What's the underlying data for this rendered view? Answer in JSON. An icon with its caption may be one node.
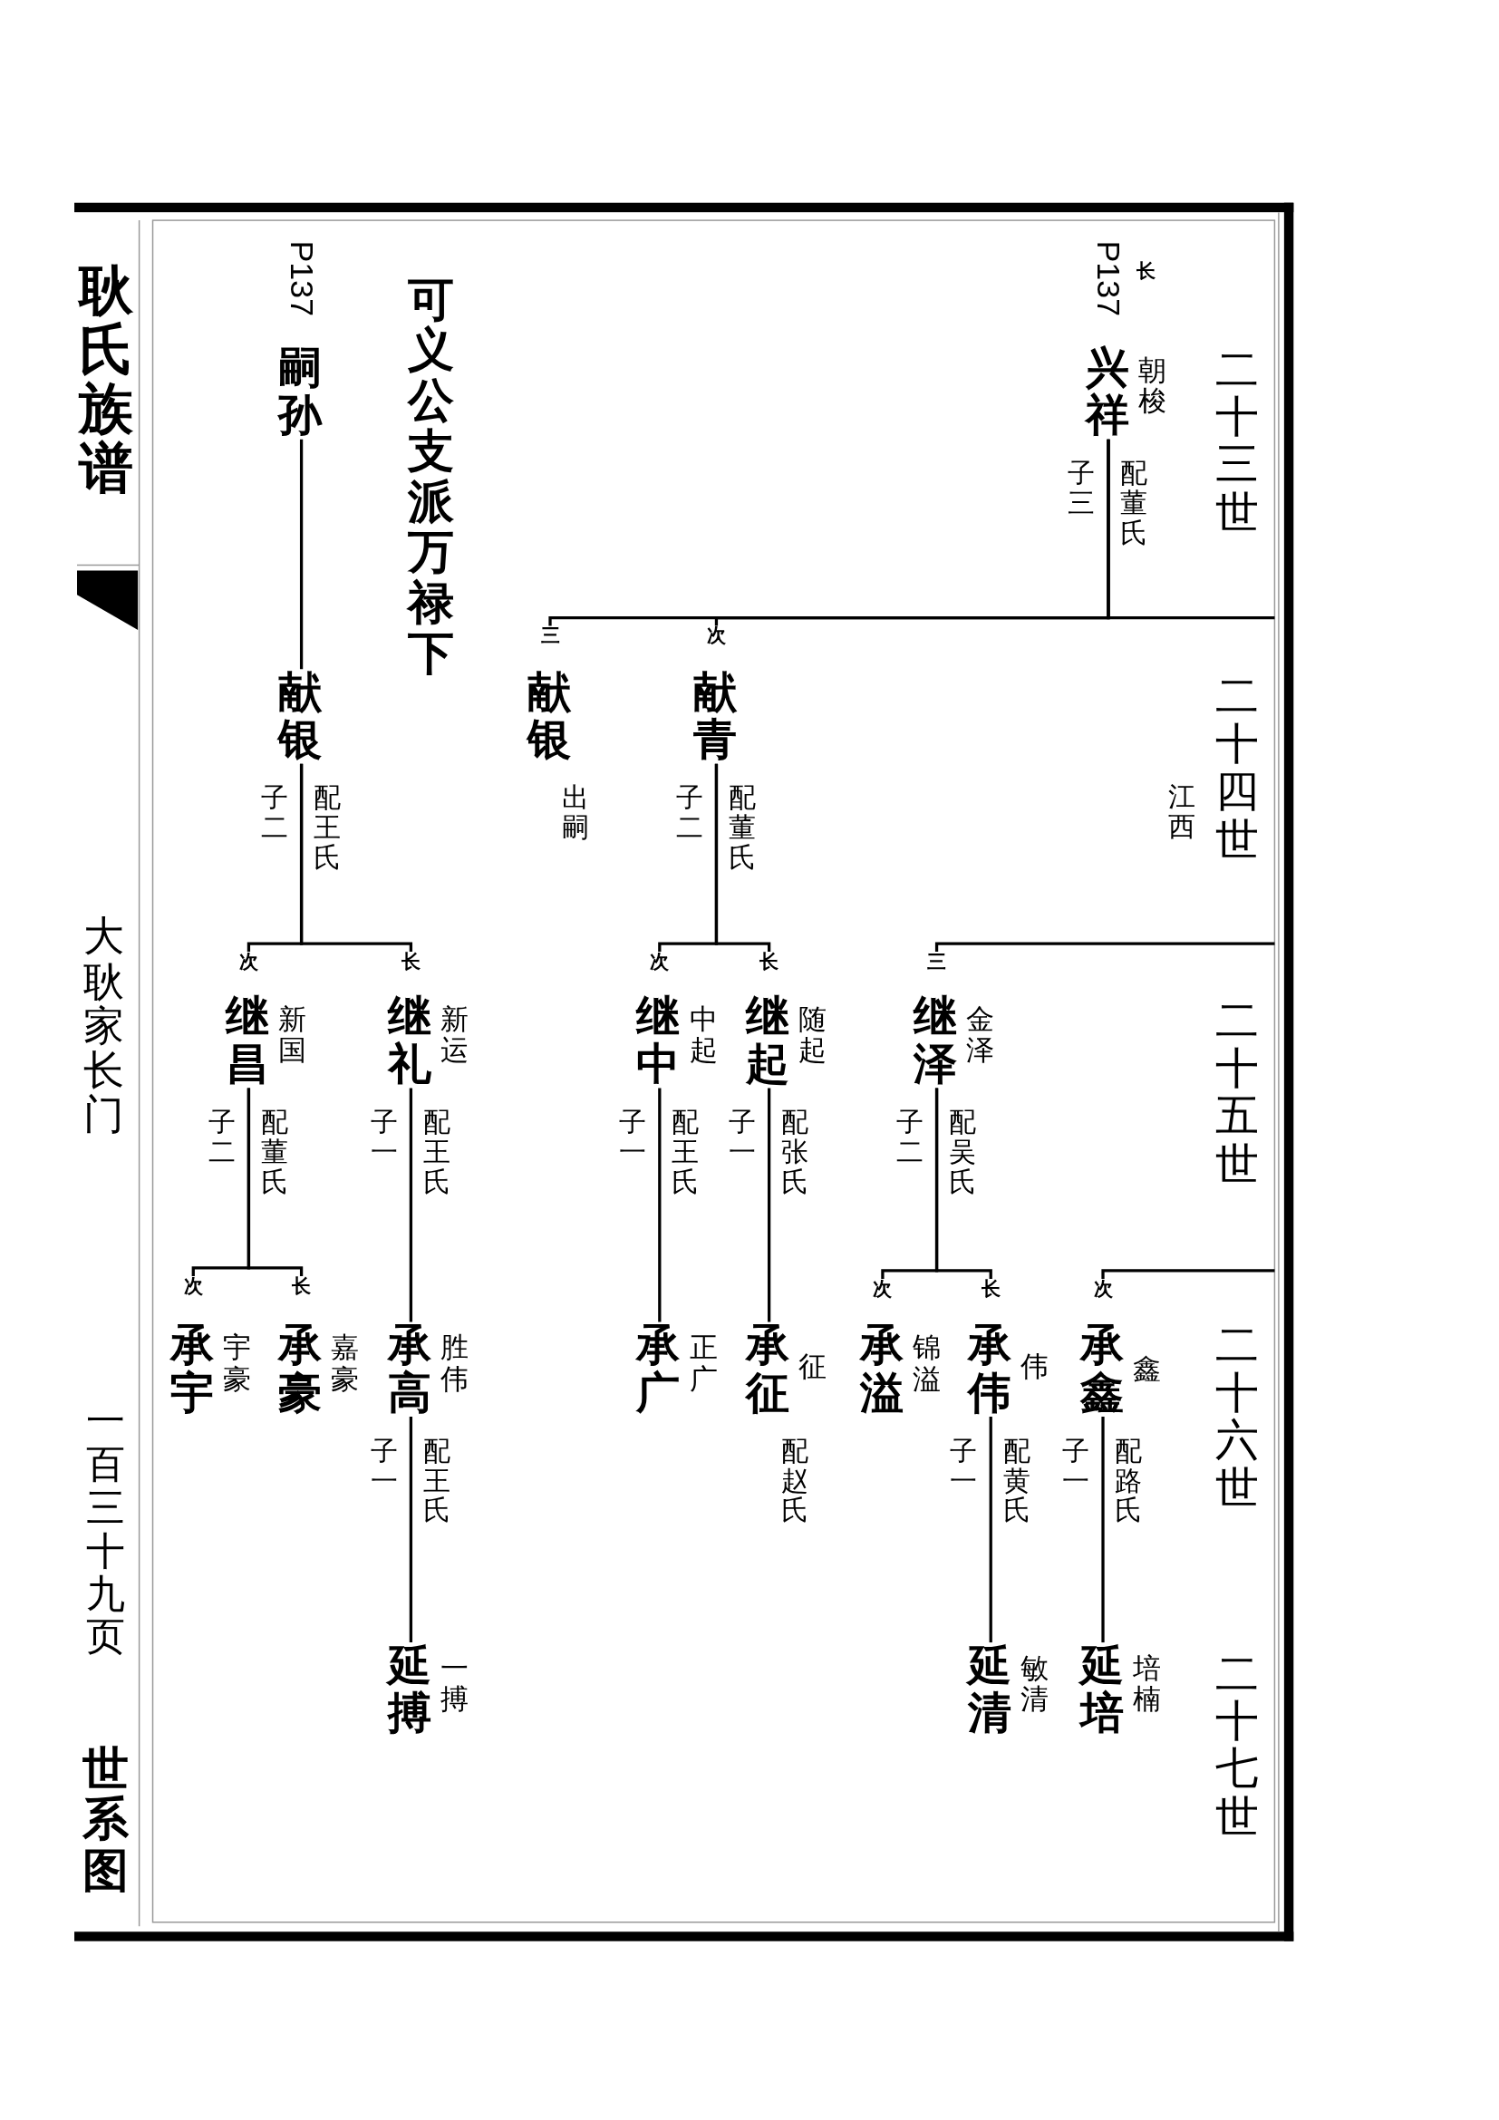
{
  "diagram": {
    "title": "耿氏族谱",
    "nodes": [
      {
        "text": [
          "兴祥",
          "朝梭"
        ],
        "beside": [
          "长",
          "P137",
          "配董氏",
          "子三"
        ]
      },
      {
        "text": [
          "献青"
        ],
        "beside": [
          "次",
          "配董氏",
          "子二"
        ]
      },
      {
        "text": [
          "献银"
        ],
        "beside": [
          "三",
          "出嗣"
        ]
      },
      {
        "text": [
          "嗣孙"
        ],
        "beside": [
          "P137"
        ]
      },
      {
        "text": [
          "献银"
        ],
        "beside": [
          "配王氏",
          "子二"
        ]
      },
      {
        "text": [
          "继泽",
          "金泽"
        ],
        "beside": [
          "三",
          "配吴氏",
          "子二"
        ]
      },
      {
        "text": [
          "继起",
          "随起"
        ],
        "beside": [
          "长",
          "配张氏",
          "子一"
        ]
      },
      {
        "text": [
          "继中",
          "中起"
        ],
        "beside": [
          "次",
          "配王氏",
          "子一"
        ]
      },
      {
        "text": [
          "继礼",
          "新运"
        ],
        "beside": [
          "长",
          "配王氏",
          "子一"
        ]
      },
      {
        "text": [
          "继昌",
          "新国"
        ],
        "beside": [
          "次",
          "配董氏",
          "子二"
        ]
      },
      {
        "text": [
          "承鑫",
          "鑫"
        ],
        "beside": [
          "次",
          "配路氏",
          "子一"
        ]
      },
      {
        "text": [
          "承伟",
          "伟"
        ],
        "beside": [
          "长",
          "配黄氏",
          "子一"
        ]
      },
      {
        "text": [
          "承溢",
          "锦溢"
        ],
        "beside": [
          "次"
        ]
      },
      {
        "text": [
          "承征",
          "征"
        ],
        "beside": [
          "配赵氏"
        ]
      },
      {
        "text": [
          "承广",
          "正广"
        ]
      },
      {
        "text": [
          "承高",
          "胜伟"
        ],
        "beside": [
          "配王氏",
          "子一"
        ]
      },
      {
        "text": [
          "承豪",
          "嘉豪"
        ],
        "beside": [
          "长"
        ]
      },
      {
        "text": [
          "承宇",
          "宇豪"
        ],
        "beside": [
          "次"
        ]
      },
      {
        "text": [
          "延培",
          "培楠"
        ]
      },
      {
        "text": [
          "延清",
          "敏清"
        ]
      },
      {
        "text": [
          "延搏",
          "一搏"
        ]
      }
    ],
    "edges": [
      {
        "from": 0,
        "to": 1,
        "arrow": "none"
      },
      {
        "from": 0,
        "to": 2,
        "arrow": "none"
      },
      {
        "from": 0,
        "to": null,
        "arrow": "none"
      },
      {
        "from": 3,
        "to": 4,
        "arrow": "none"
      },
      {
        "from": 4,
        "to": 9,
        "arrow": "none"
      },
      {
        "from": 4,
        "to": 8,
        "arrow": "none"
      },
      {
        "from": 1,
        "to": 7,
        "arrow": "none"
      },
      {
        "from": 1,
        "to": 6,
        "arrow": "none"
      },
      {
        "from": null,
        "to": 5,
        "arrow": "none"
      },
      {
        "from": 5,
        "to": 12,
        "arrow": "none"
      },
      {
        "from": 5,
        "to": 11,
        "arrow": "none"
      },
      {
        "from": null,
        "to": 10,
        "arrow": "none"
      },
      {
        "from": 9,
        "to": 17,
        "arrow": "none"
      },
      {
        "from": 9,
        "to": 16,
        "arrow": "none"
      },
      {
        "from": 8,
        "to": 15,
        "arrow": "none"
      },
      {
        "from": 7,
        "to": 14,
        "arrow": "none"
      },
      {
        "from": 6,
        "to": 13,
        "arrow": "none"
      },
      {
        "from": 15,
        "to": 20,
        "arrow": "none"
      },
      {
        "from": 11,
        "to": 19,
        "arrow": "none"
      },
      {
        "from": 10,
        "to": 18,
        "arrow": "none"
      }
    ],
    "labels": [
      "二十三世",
      "二十四世",
      "二十五世",
      "二十六世",
      "二十七世",
      "江西",
      "可义公支派万禄下",
      "大耿家长门",
      "一百三十九页",
      "世系图"
    ]
  }
}
